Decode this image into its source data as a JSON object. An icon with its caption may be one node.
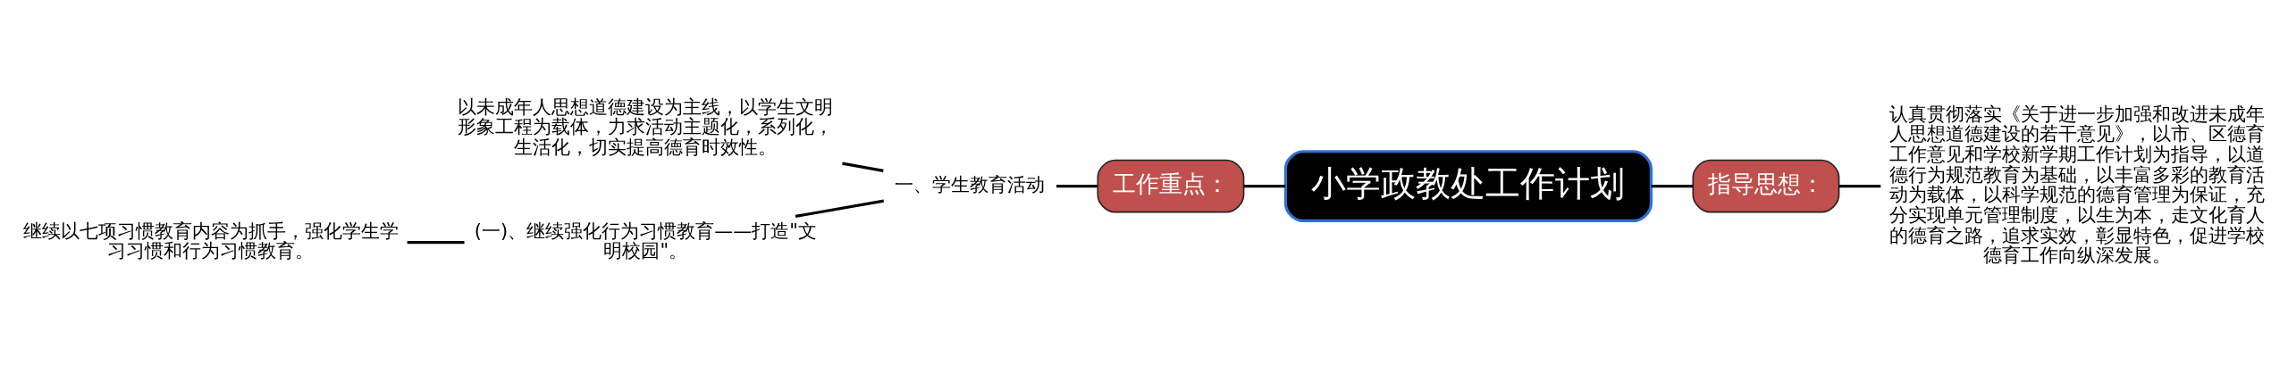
{
  "diagram": {
    "nodes": [
      {
        "text": [
          "小学政教处工作计划"
        ]
      },
      {
        "text": [
          "工作重点："
        ]
      },
      {
        "text": [
          "一、学生教育活动"
        ]
      },
      {
        "text": [
          "以未成年人思想道德建设为主线，以学生文明形象工程为载体，力求活动主题化，系列化，生活化，切实提高德育时效性。"
        ]
      },
      {
        "text": [
          "(一)、继续强化行为习惯教育——打造\"文明校园\"。"
        ]
      },
      {
        "text": [
          "继续以七项习惯教育内容为抓手，强化学生学习习惯和行为习惯教育。"
        ]
      },
      {
        "text": [
          "指导思想："
        ]
      },
      {
        "text": [
          "认真贯彻落实《关于进一步加强和改进未成年人思想道德建设的若干意见》，以市、区德育工作意见和学校新学期工作计划为指导，以道德行为规范教育为基础，以丰富多彩的教育活动为载体，以科学规范的德育管理为保证，充分实现单元管理制度，以生为本，走文化育人的德育之路，追求实效，彰显特色，促进学校德育工作向纵深发展。"
        ]
      }
    ],
    "edges": [
      {
        "from": 0,
        "to": 1,
        "arrow": "none"
      },
      {
        "from": 1,
        "to": 2,
        "arrow": "none"
      },
      {
        "from": 2,
        "to": 3,
        "arrow": "none"
      },
      {
        "from": 2,
        "to": 4,
        "arrow": "none"
      },
      {
        "from": 4,
        "to": 5,
        "arrow": "none"
      },
      {
        "from": 0,
        "to": 6,
        "arrow": "none"
      },
      {
        "from": 6,
        "to": 7,
        "arrow": "none"
      }
    ]
  }
}
